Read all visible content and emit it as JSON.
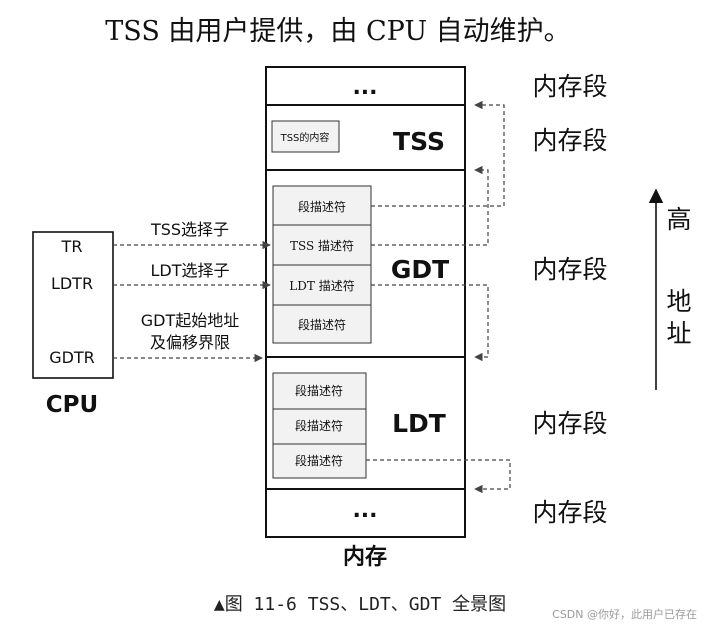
{
  "header": {
    "text": "TSS 由用户提供，由 CPU 自动维护。"
  },
  "memory": {
    "top_dots": "...",
    "tss_label": "TSS",
    "tss_content": "TSS的内容",
    "gdt_label": "GDT",
    "gdt_entries": [
      "段描述符",
      "TSS 描述符",
      "LDT 描述符",
      "段描述符"
    ],
    "ldt_label": "LDT",
    "ldt_entries": [
      "段描述符",
      "段描述符",
      "段描述符"
    ],
    "bottom_dots": "...",
    "caption": "内存"
  },
  "side_labels": [
    "内存段",
    "内存段",
    "内存段",
    "内存段",
    "内存段"
  ],
  "cpu": {
    "registers": [
      "TR",
      "LDTR",
      "GDTR"
    ],
    "caption": "CPU"
  },
  "arrows": {
    "tss_selector": "TSS选择子",
    "ldt_selector": "LDT选择子",
    "gdt_base_line1": "GDT起始地址",
    "gdt_base_line2": "及偏移界限"
  },
  "address": {
    "char1": "高",
    "char2": "地",
    "char3": "址"
  },
  "figure_caption": "▲图 11-6   TSS、LDT、GDT 全景图",
  "watermark": "CSDN @你好，此用户已存在",
  "colors": {
    "line": "#111111",
    "dashed": "#444444",
    "box_fill": "#ffffff",
    "entry_fill": "#f2f2f2"
  }
}
